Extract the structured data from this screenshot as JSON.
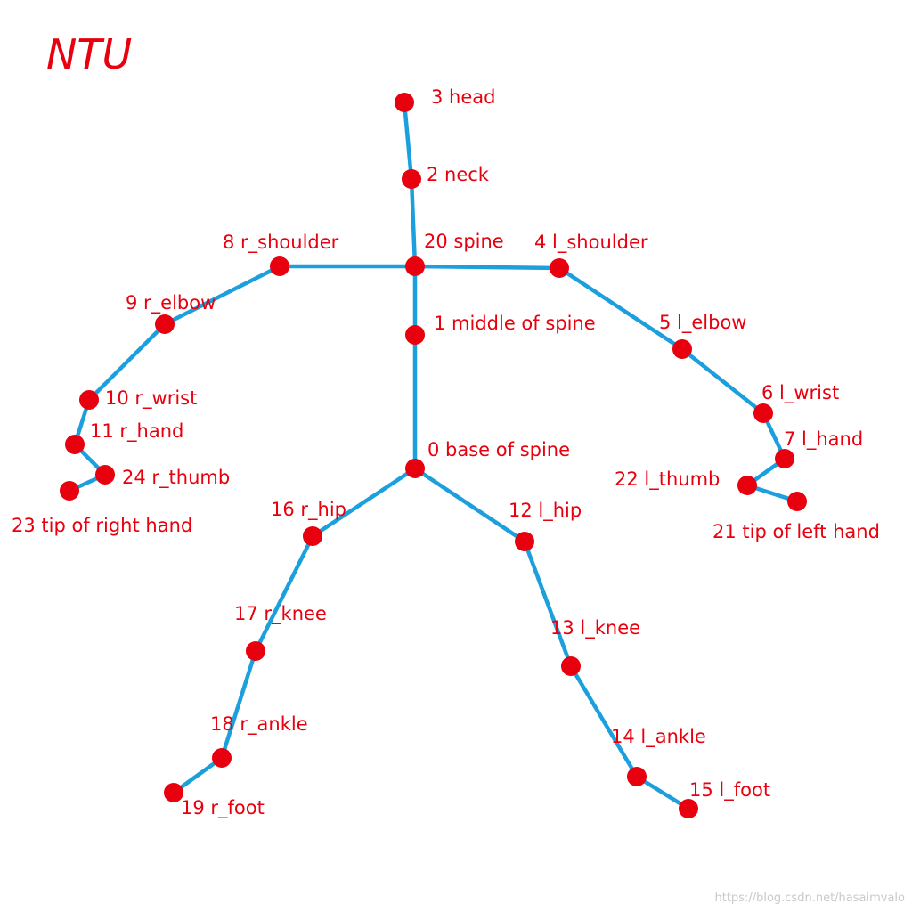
{
  "title": "NTU",
  "watermark": "https://blog.csdn.net/hasaimvalo",
  "colors": {
    "bone": "#1ca0dd",
    "joint": "#e8000e",
    "label": "#e8000e"
  },
  "joints": [
    {
      "id": 0,
      "label": "0 base of spine"
    },
    {
      "id": 1,
      "label": "1 middle of spine"
    },
    {
      "id": 2,
      "label": "2 neck"
    },
    {
      "id": 3,
      "label": "3 head"
    },
    {
      "id": 4,
      "label": "4 l_shoulder"
    },
    {
      "id": 5,
      "label": "5 l_elbow"
    },
    {
      "id": 6,
      "label": "6 l_wrist"
    },
    {
      "id": 7,
      "label": "7 l_hand"
    },
    {
      "id": 8,
      "label": "8 r_shoulder"
    },
    {
      "id": 9,
      "label": "9 r_elbow"
    },
    {
      "id": 10,
      "label": "10 r_wrist"
    },
    {
      "id": 11,
      "label": "11 r_hand"
    },
    {
      "id": 12,
      "label": "12 l_hip"
    },
    {
      "id": 13,
      "label": "13 l_knee"
    },
    {
      "id": 14,
      "label": "14 l_ankle"
    },
    {
      "id": 15,
      "label": "15 l_foot"
    },
    {
      "id": 16,
      "label": "16 r_hip"
    },
    {
      "id": 17,
      "label": "17 r_knee"
    },
    {
      "id": 18,
      "label": "18 r_ankle"
    },
    {
      "id": 19,
      "label": "19 r_foot"
    },
    {
      "id": 20,
      "label": "20 spine"
    },
    {
      "id": 21,
      "label": "21 tip of left hand"
    },
    {
      "id": 22,
      "label": "22 l_thumb"
    },
    {
      "id": 23,
      "label": "23 tip of right hand"
    },
    {
      "id": 24,
      "label": "24 r_thumb"
    }
  ],
  "bones": [
    [
      3,
      2
    ],
    [
      2,
      20
    ],
    [
      20,
      1
    ],
    [
      1,
      0
    ],
    [
      20,
      8
    ],
    [
      8,
      9
    ],
    [
      9,
      10
    ],
    [
      10,
      11
    ],
    [
      11,
      24
    ],
    [
      24,
      23
    ],
    [
      20,
      4
    ],
    [
      4,
      5
    ],
    [
      5,
      6
    ],
    [
      6,
      7
    ],
    [
      7,
      22
    ],
    [
      22,
      21
    ],
    [
      0,
      16
    ],
    [
      16,
      17
    ],
    [
      17,
      18
    ],
    [
      18,
      19
    ],
    [
      0,
      12
    ],
    [
      12,
      13
    ],
    [
      13,
      14
    ],
    [
      14,
      15
    ]
  ]
}
